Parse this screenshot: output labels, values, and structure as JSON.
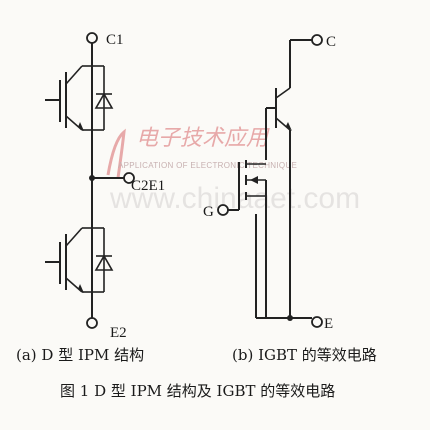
{
  "left_circuit": {
    "labels": {
      "top": "C1",
      "mid": "C2E1",
      "bottom": "E2"
    }
  },
  "right_circuit": {
    "labels": {
      "collector": "C",
      "gate": "G",
      "emitter": "E"
    }
  },
  "watermark": {
    "chinese": "电子技术应用",
    "english": "APPLICATION OF ELECTRONIC TECHNIQUE",
    "url": "www.chinaaet.com"
  },
  "captions": {
    "a": "(a)  D 型 IPM 结构",
    "b": "(b)  IGBT 的等效电路",
    "figure": "图 1  D 型 IPM 结构及 IGBT 的等效电路"
  }
}
